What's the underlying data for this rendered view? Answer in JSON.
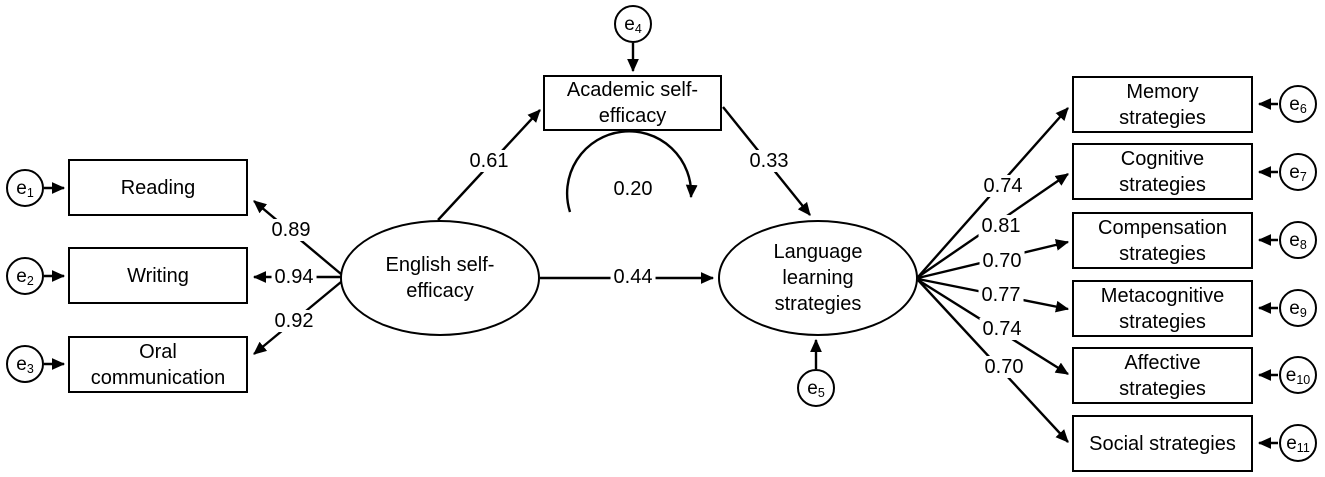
{
  "diagram": {
    "colors": {
      "stroke": "#000000",
      "background": "#ffffff",
      "text": "#000000"
    },
    "latents": {
      "english": {
        "label": "English self-\nefficacy"
      },
      "language": {
        "label": "Language\nlearning\nstrategies"
      }
    },
    "mediator": {
      "label": "Academic self-\nefficacy",
      "error_base": "e",
      "error_sub": "4"
    },
    "language_error": {
      "error_base": "e",
      "error_sub": "5"
    },
    "left_indicators": [
      {
        "label": "Reading",
        "loading": "0.89",
        "error_base": "e",
        "error_sub": "1"
      },
      {
        "label": "Writing",
        "loading": "0.94",
        "error_base": "e",
        "error_sub": "2"
      },
      {
        "label": "Oral\ncommunication",
        "loading": "0.92",
        "error_base": "e",
        "error_sub": "3"
      }
    ],
    "right_indicators": [
      {
        "label": "Memory\nstrategies",
        "loading": "0.74",
        "error_base": "e",
        "error_sub": "6"
      },
      {
        "label": "Cognitive\nstrategies",
        "loading": "0.81",
        "error_base": "e",
        "error_sub": "7"
      },
      {
        "label": "Compensation\nstrategies",
        "loading": "0.70",
        "error_base": "e",
        "error_sub": "8"
      },
      {
        "label": "Metacognitive\nstrategies",
        "loading": "0.77",
        "error_base": "e",
        "error_sub": "9"
      },
      {
        "label": "Affective\nstrategies",
        "loading": "0.74",
        "error_base": "e",
        "error_sub": "10"
      },
      {
        "label": "Social strategies",
        "loading": "0.70",
        "error_base": "e",
        "error_sub": "11"
      }
    ],
    "path_coefficients": {
      "english_to_academic": "0.61",
      "academic_to_language": "0.33",
      "english_to_language": "0.44",
      "indirect_effect": "0.20"
    }
  }
}
